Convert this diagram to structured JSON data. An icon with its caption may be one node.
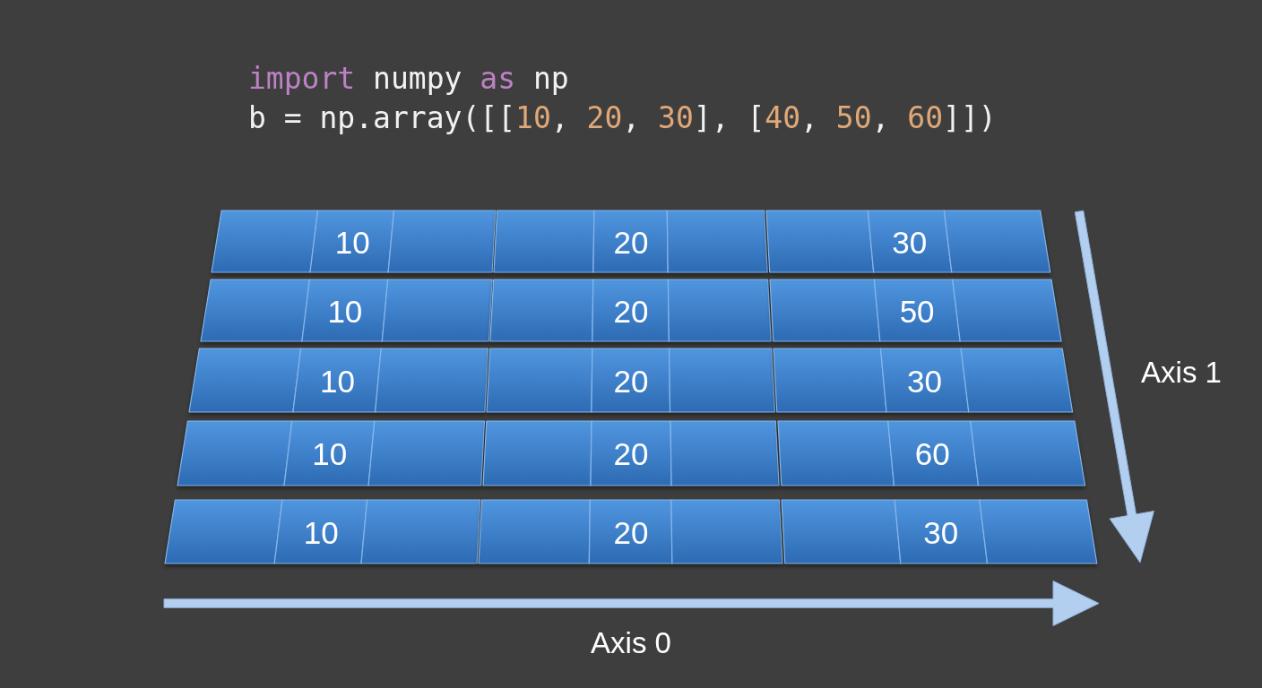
{
  "diagram": {
    "nodes": [
      {
        "text": [
          "10"
        ]
      },
      {
        "text": [
          "20"
        ]
      },
      {
        "text": [
          "30"
        ]
      },
      {
        "text": [
          "10"
        ]
      },
      {
        "text": [
          "20"
        ]
      },
      {
        "text": [
          "50"
        ]
      },
      {
        "text": [
          "10"
        ]
      },
      {
        "text": [
          "20"
        ]
      },
      {
        "text": [
          "30"
        ]
      },
      {
        "text": [
          "10"
        ]
      },
      {
        "text": [
          "20"
        ]
      },
      {
        "text": [
          "60"
        ]
      },
      {
        "text": [
          "10"
        ]
      },
      {
        "text": [
          "20"
        ]
      },
      {
        "text": [
          "30"
        ]
      }
    ],
    "labels": [
      "import numpy as np",
      "b = np.array([[10, 20, 30], [40, 50, 60]])",
      "Axis 1",
      "Axis 0"
    ]
  }
}
